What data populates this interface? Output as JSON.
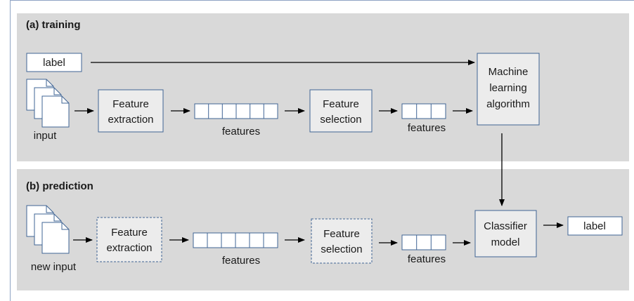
{
  "training": {
    "title": "(a) training",
    "label_box": "label",
    "input_caption": "input",
    "feature_extraction": [
      "Feature",
      "extraction"
    ],
    "features_caption_1": "features",
    "feature_selection": [
      "Feature",
      "selection"
    ],
    "features_caption_2": "features",
    "ml_algorithm": [
      "Machine",
      "learning",
      "algorithm"
    ]
  },
  "prediction": {
    "title": "(b) prediction",
    "input_caption": "new input",
    "feature_extraction": [
      "Feature",
      "extraction"
    ],
    "features_caption_1": "features",
    "feature_selection": [
      "Feature",
      "selection"
    ],
    "features_caption_2": "features",
    "classifier": [
      "Classifier",
      "model"
    ],
    "label_box": "label"
  },
  "colors": {
    "panel_bg": "#d9d9d9",
    "box_fill": "#ececec",
    "box_stroke": "#3f6494",
    "vector_stroke": "#3f6494",
    "arrow": "#000000"
  }
}
